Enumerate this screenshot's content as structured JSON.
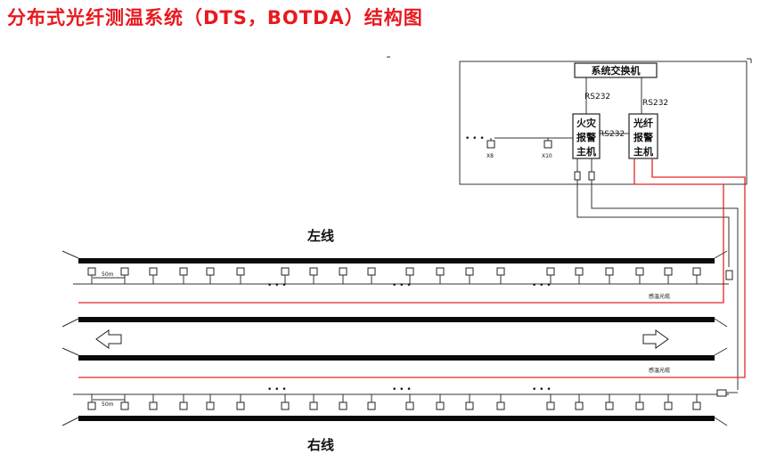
{
  "title": "分布式光纤测温系统（DTS，BOTDA）结构图",
  "switch_label": "系统交换机",
  "rs232_labels": [
    "RS232",
    "RS232",
    "RS232"
  ],
  "fire_host_label": [
    "火灾",
    "报警",
    "主机"
  ],
  "fiber_host_label": [
    "光纤",
    "报警",
    "主机"
  ],
  "detector_labels": [
    "X8",
    "X10"
  ],
  "lanes": {
    "left": "左线",
    "right": "右线"
  },
  "spacing_label": "50m",
  "fiber_labels": {
    "top": "感温光缆",
    "bottom": "感温光缆"
  },
  "colors": {
    "title": "#e8191e",
    "fiber": "#e3262a",
    "wire": "#333333",
    "rail": "#0a0a0a"
  }
}
